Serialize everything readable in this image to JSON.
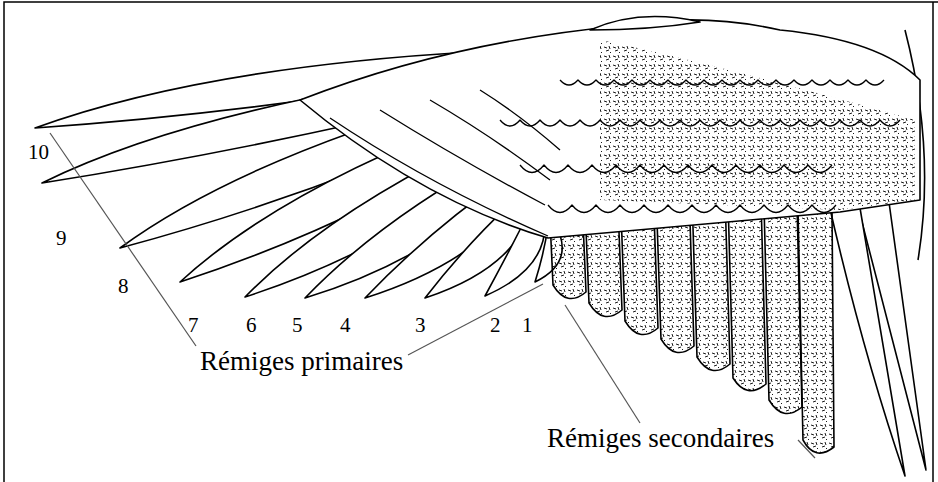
{
  "diagram": {
    "labels": [
      "10",
      "9",
      "8",
      "7",
      "6",
      "5",
      "4",
      "3",
      "2",
      "1",
      "Rémiges primaires",
      "Rémiges secondaires"
    ]
  }
}
